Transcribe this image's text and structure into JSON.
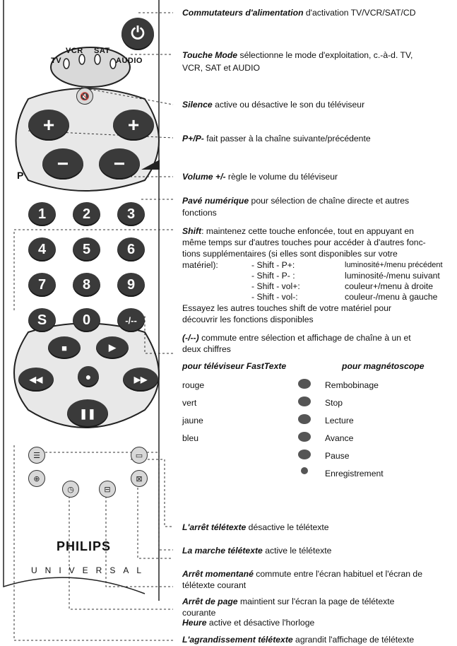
{
  "remote": {
    "mode_labels": {
      "tv": "TV",
      "vcr": "VCR",
      "sat": "SAT",
      "audio": "AUDIO"
    },
    "p_label": "P",
    "numeric_keys": [
      "1",
      "2",
      "3",
      "4",
      "5",
      "6",
      "7",
      "8",
      "9",
      "0"
    ],
    "shift_key": "S",
    "digit_key": "-/--",
    "p_plus": "+",
    "p_minus": "−",
    "vol_plus": "+",
    "vol_minus": "−",
    "brand": "PHILIPS",
    "brand_sub": "UNIVERSAL"
  },
  "desc": {
    "power_title": "Commutateurs d'alimentation",
    "power_text": " d'activation TV/VCR/SAT/CD",
    "mode_title": "Touche Mode",
    "mode_text": " sélectionne le mode d'exploitation, c.-à-d. TV,",
    "mode_text2": "VCR, SAT et AUDIO",
    "silence_title": "Silence",
    "silence_text": " active ou désactive le son du téléviseur",
    "pplus_title": "P+/P-",
    "pplus_text": " fait passer à la chaîne suivante/précédente",
    "volume_title": "Volume +/-",
    "volume_text": " règle le volume du téléviseur",
    "keypad_title": "Pavé numérique",
    "keypad_text": " pour sélection de chaîne directe et autres",
    "keypad_text2": "fonctions",
    "shift_title": "Shift",
    "shift_text": ": maintenez cette touche enfoncée, tout en appuyant en",
    "shift_text2": "même temps sur d'autres touches pour accéder à d'autres fonc-",
    "shift_text3": "tions supplémentaires (si elles sont disponibles sur votre",
    "shift_text4": "matériel):",
    "shift_rows": [
      {
        "key": "- Shift - P+:",
        "value": "luminosité+/menu précédent"
      },
      {
        "key": "- Shift - P- :",
        "value": "luminosité-/menu suivant"
      },
      {
        "key": "- Shift - vol+:",
        "value": "couleur+/menu à droite"
      },
      {
        "key": "- Shift - vol-:",
        "value": "couleur-/menu à gauche"
      }
    ],
    "shift_text5": "Essayez les autres touches shift de votre matériel pour",
    "shift_text6": "découvrir les fonctions disponibles",
    "digit_title": "(-/--)",
    "digit_text": " commute entre sélection et affichage de chaîne à un et",
    "digit_text2": "deux chiffres",
    "fasttext_header": "pour téléviseur FastTexte",
    "vcr_header": "pour magnétoscope",
    "fasttext_colors": [
      "rouge",
      "vert",
      "jaune",
      "bleu"
    ],
    "vcr_functions": [
      "Rembobinage",
      "Stop",
      "Lecture",
      "Avance",
      "Pause",
      "Enregistrement"
    ],
    "teletext_off_title": "L'arrêt télétexte",
    "teletext_off_text": "  désactive le télétexte",
    "teletext_on_title": "La marche télétexte",
    "teletext_on_text": " active le télétexte",
    "hold_title": "Arrêt momentané",
    "hold_text": " commute entre l'écran habituel et l'écran de",
    "hold_text2": "télétexte courant",
    "pagehold_title": "Arrêt de page",
    "pagehold_text": " maintient sur l'écran la page de télétexte",
    "pagehold_text2": "courante",
    "clock_title": "Heure",
    "clock_text": " active et désactive l'horloge",
    "enlarge_title": "L'agrandissement télétexte",
    "enlarge_text": " agrandit l'affichage de télétexte"
  },
  "colors": {
    "key": "#3a3a3a",
    "remote_outline": "#222222",
    "leader": "#333333"
  },
  "icons": [
    "power-icon",
    "mute-icon",
    "volume-triangle-icon",
    "stop-icon",
    "play-icon",
    "record-icon",
    "rewind-icon",
    "fast-forward-icon",
    "pause-icon",
    "teletext-icon",
    "clock-icon",
    "page-hold-icon",
    "hold-icon",
    "enlarge-icon"
  ]
}
